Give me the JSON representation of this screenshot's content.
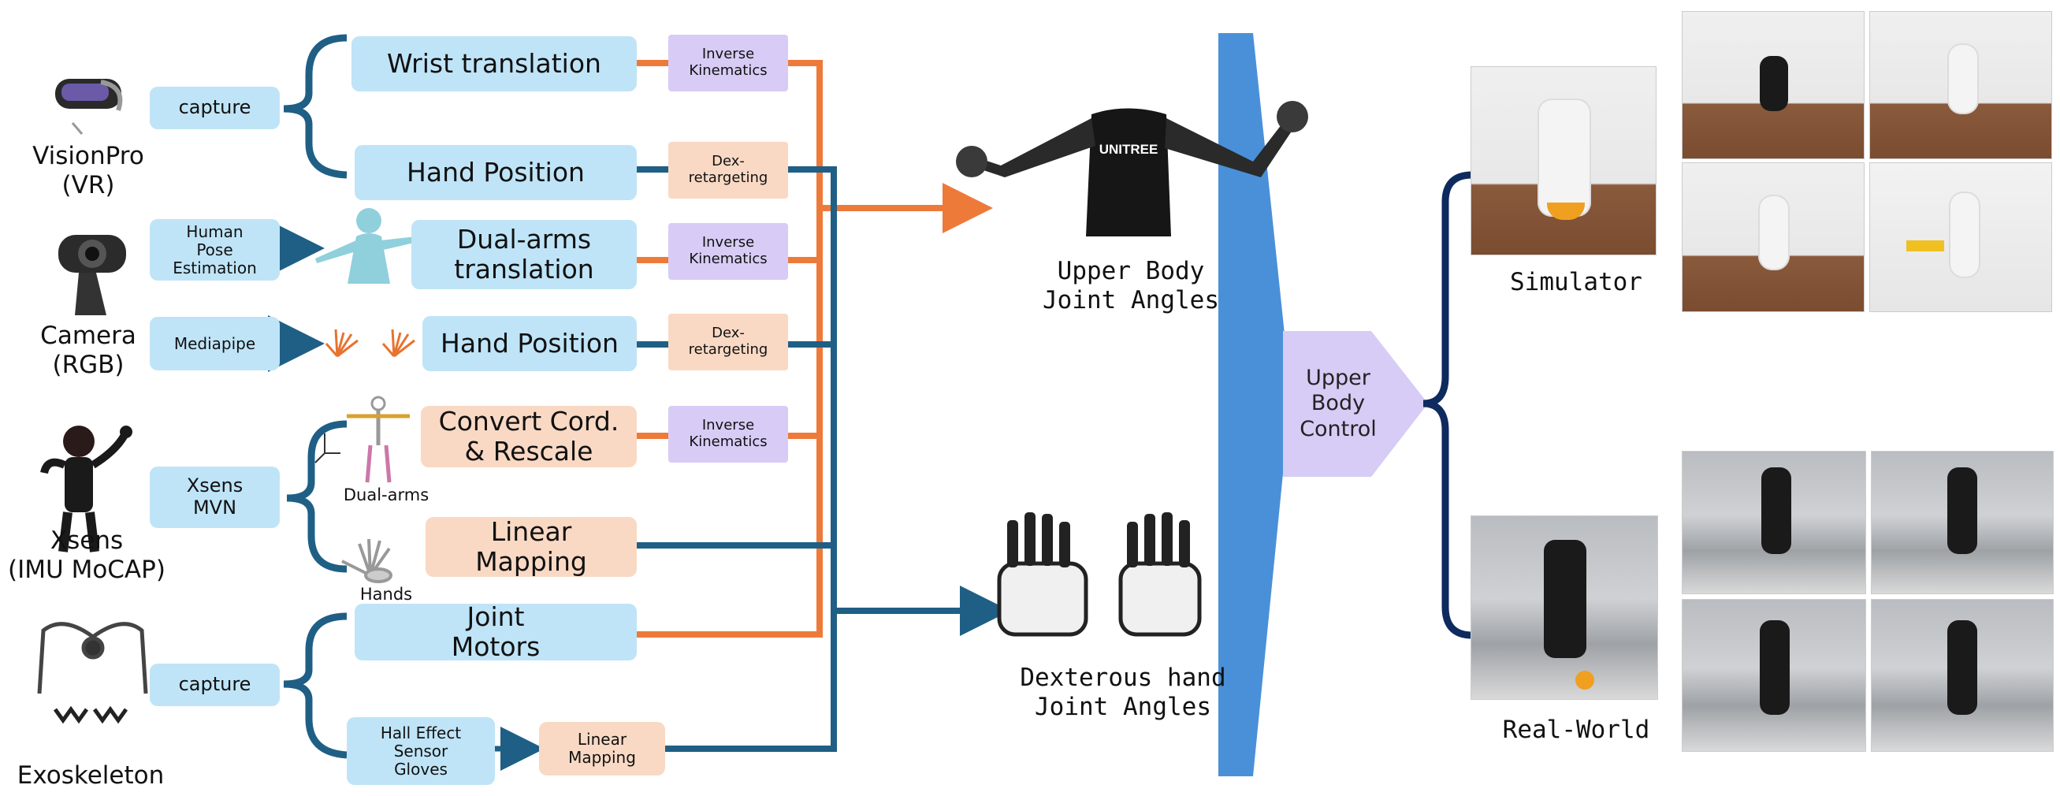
{
  "sources": [
    {
      "id": "visionpro",
      "label": "VisionPro\n(VR)"
    },
    {
      "id": "camera",
      "label": "Camera\n(RGB)"
    },
    {
      "id": "xsens",
      "label": "Xsens\n(IMU MoCAP)"
    },
    {
      "id": "exoskeleton",
      "label": "Exoskeleton"
    }
  ],
  "capture_boxes": {
    "vp_capture": "capture",
    "human_pose": "Human\nPose\nEstimation",
    "mediapipe": "Mediapipe",
    "xsens_mvn": "Xsens\nMVN",
    "exo_capture": "capture"
  },
  "signal_boxes": {
    "wrist_translation": "Wrist translation",
    "hand_position_vp": "Hand Position",
    "dual_arms_translation": "Dual-arms\ntranslation",
    "hand_position_cam": "Hand Position",
    "convert_cord": "Convert Cord.\n& Rescale",
    "linear_mapping_xsens": "Linear\nMapping",
    "joint_motors": "Joint\nMotors",
    "hall_effect": "Hall Effect\nSensor\nGloves",
    "linear_mapping_exo": "Linear\nMapping"
  },
  "process_boxes": {
    "ik_1": "Inverse\nKinematics",
    "dex_1": "Dex-\nretargeting",
    "ik_2": "Inverse\nKinematics",
    "dex_2": "Dex-\nretargeting",
    "ik_3": "Inverse\nKinematics"
  },
  "figure_labels": {
    "dual_arms": "Dual-arms",
    "hands": "Hands"
  },
  "outputs": {
    "upper_body": "Upper Body\nJoint Angles",
    "dex_hand": "Dexterous hand\nJoint Angles",
    "shirt_brand": "UNITREE"
  },
  "control_label": "Upper\nBody\nControl",
  "environments": {
    "simulator": "Simulator",
    "real_world": "Real-World"
  },
  "colors": {
    "orange_arrow": "#ee7a3a",
    "blue_arrow": "#1f5f85",
    "brace": "#1f5f85",
    "dark_brace": "#0e2a5e",
    "funnel": "#4a90d9",
    "control_arrow": "#d6ccf5"
  }
}
